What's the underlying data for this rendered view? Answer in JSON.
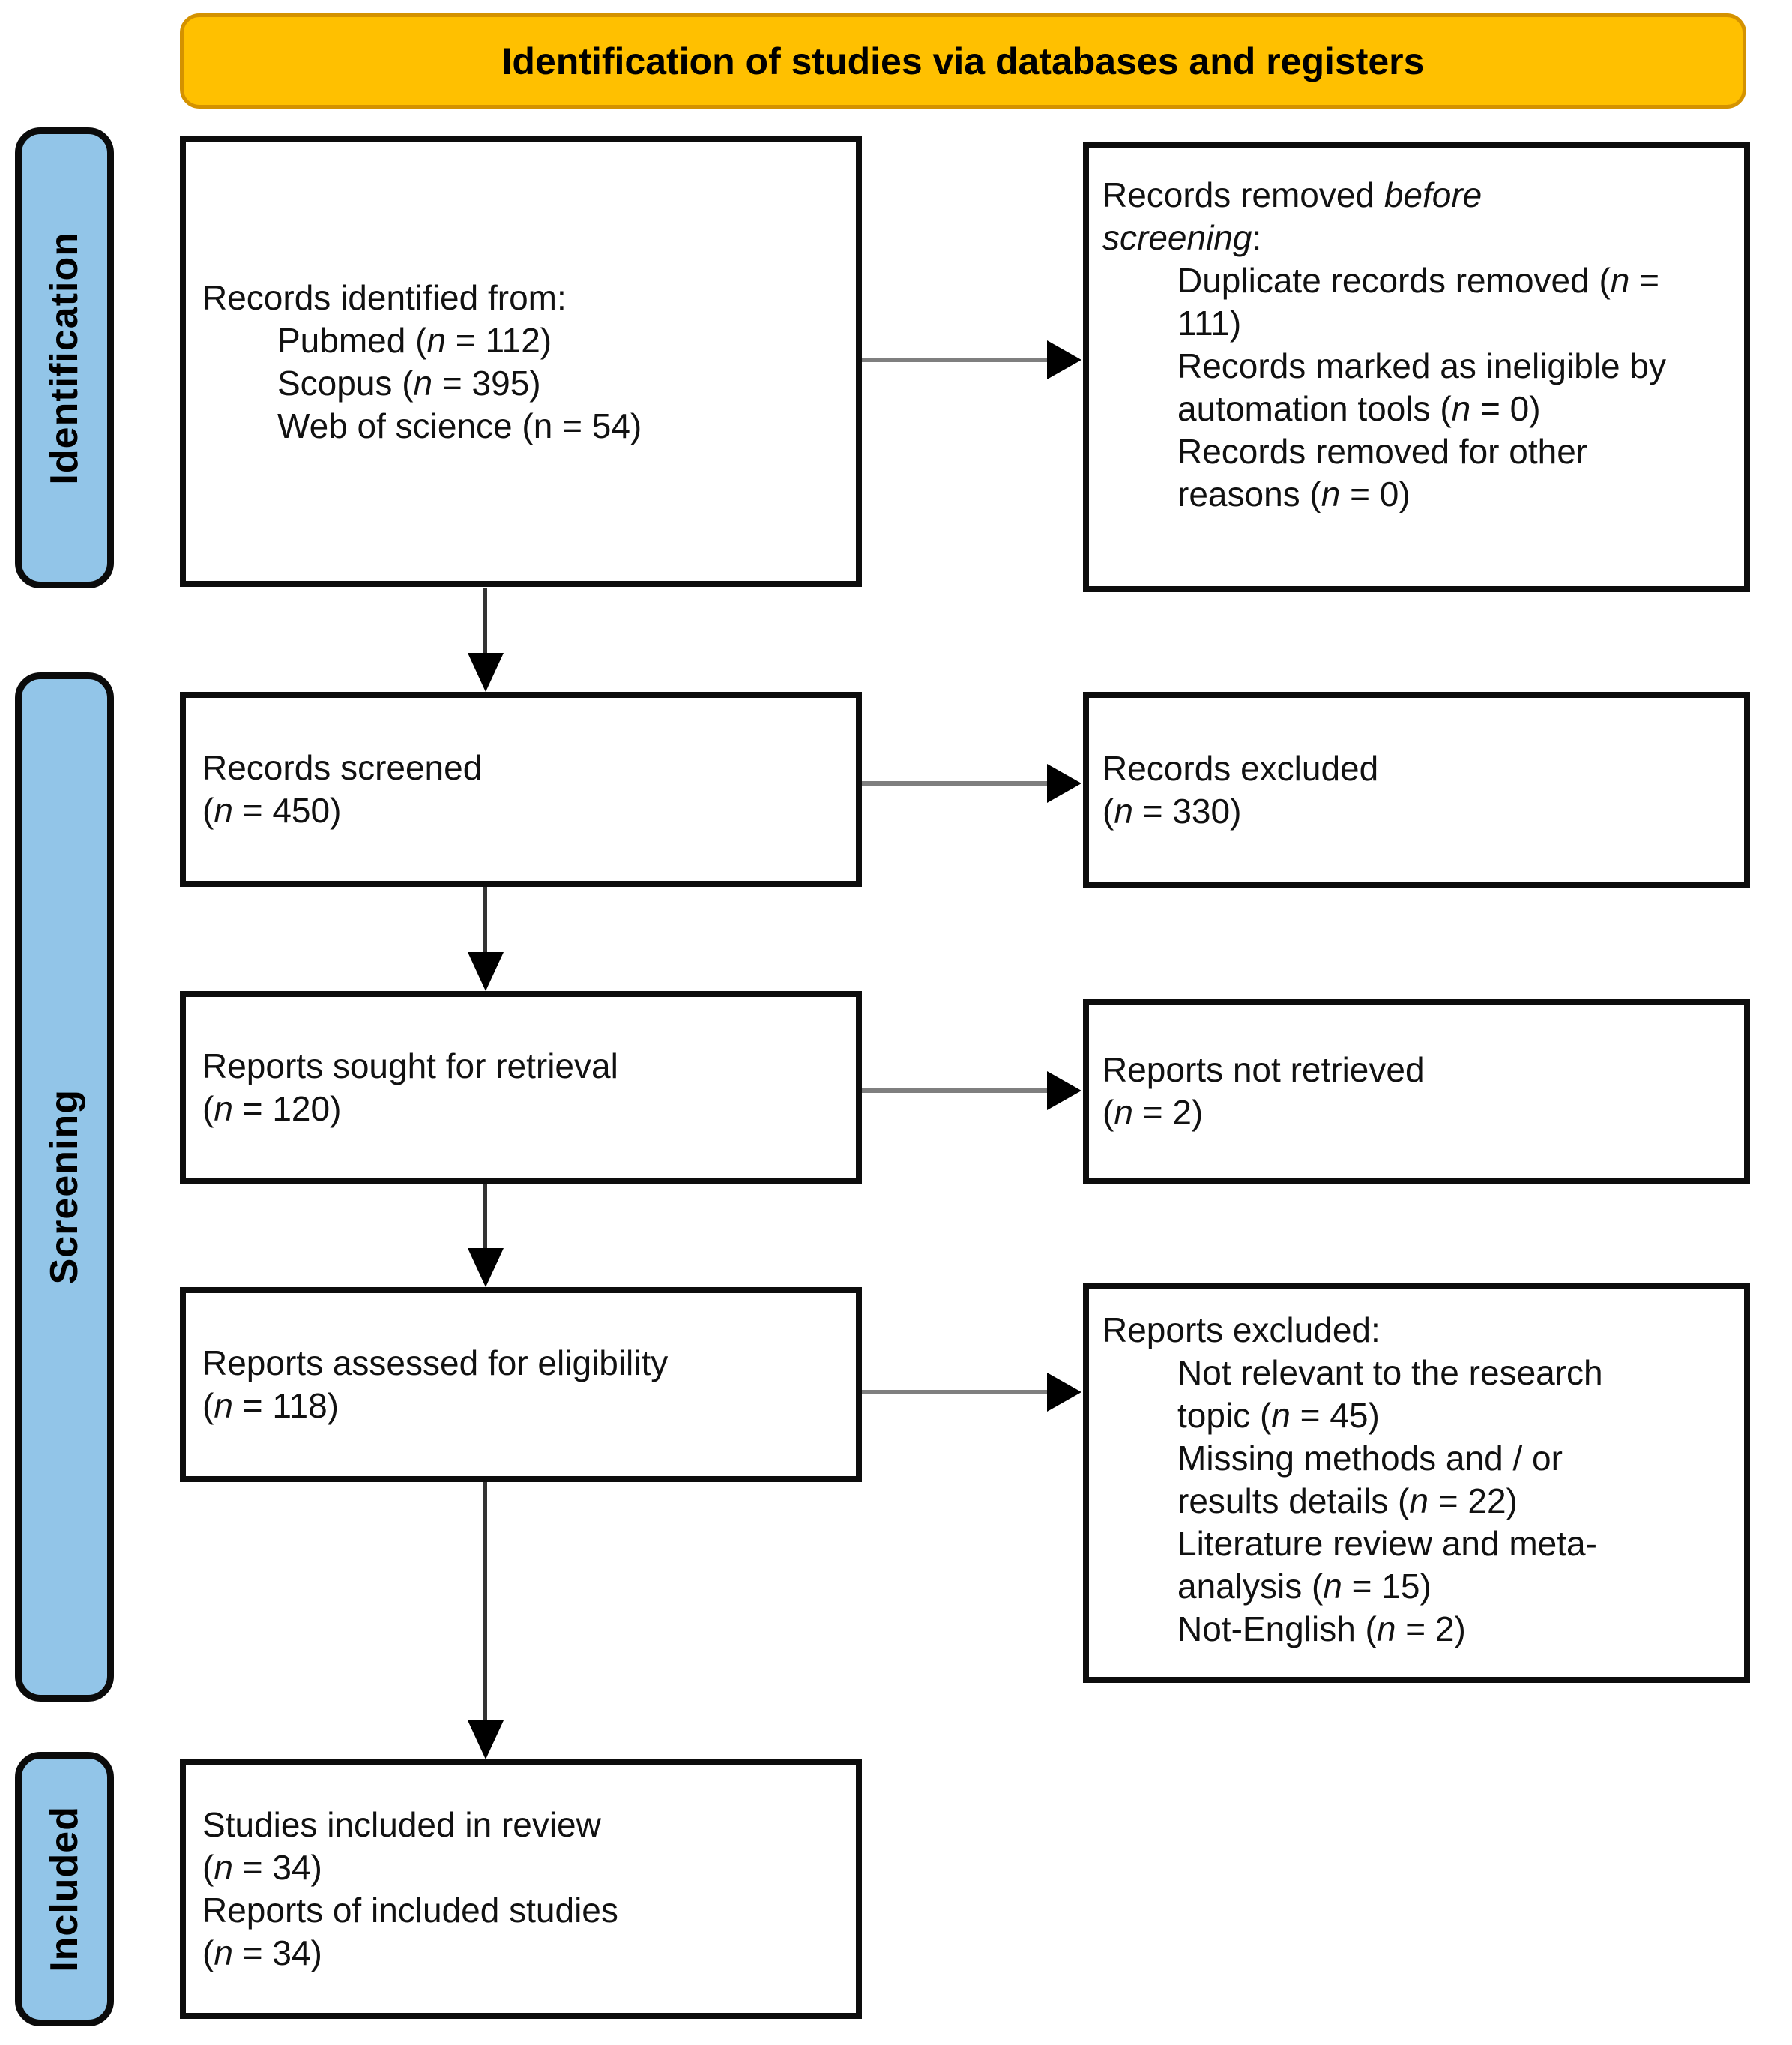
{
  "banner": {
    "title": "Identification of studies via databases and registers"
  },
  "stages": {
    "identification": "Identification",
    "screening": "Screening",
    "included": "Included"
  },
  "colors": {
    "banner_bg": "#FFC000",
    "banner_border": "#D49200",
    "stage_bg": "#92C5E8",
    "box_border": "#0D0D0D",
    "arrow_line_horizontal": "#7F7F7F",
    "arrow_line_vertical": "#333333",
    "arrow_head": "#000000"
  },
  "boxes": {
    "records_identified": {
      "title": "Records identified from:",
      "items": [
        {
          "pre": "Pubmed (",
          "n": "n",
          "post": " = 112)"
        },
        {
          "pre": "Scopus (",
          "n": "n",
          "post": " = 395)"
        },
        {
          "pre": "Web of science (n = 54)",
          "n": "",
          "post": ""
        }
      ]
    },
    "records_removed": {
      "title_pre": "Records removed ",
      "title_em": "before screening",
      "title_post": ":",
      "items": [
        {
          "pre": "Duplicate records removed (",
          "n": "n",
          "post": " = 111)"
        },
        {
          "pre": "Records marked as ineligible by automation tools (",
          "n": "n",
          "post": " = 0)"
        },
        {
          "pre": "Records removed for other reasons (",
          "n": "n",
          "post": " = 0)"
        }
      ]
    },
    "records_screened": {
      "line1": "Records screened",
      "count": {
        "pre": "(",
        "n": "n",
        "post": " = 450)"
      }
    },
    "records_excluded": {
      "line1": "Records excluded",
      "count": {
        "pre": "(",
        "n": "n",
        "post": " = 330)"
      }
    },
    "reports_sought": {
      "line1": "Reports sought for retrieval",
      "count": {
        "pre": "(",
        "n": "n",
        "post": " = 120)"
      }
    },
    "reports_not_retrieved": {
      "line1": "Reports not retrieved",
      "count": {
        "pre": "(",
        "n": "n",
        "post": " = 2)"
      }
    },
    "reports_assessed": {
      "line1": "Reports assessed for eligibility",
      "count": {
        "pre": "(",
        "n": "n",
        "post": " = 118)"
      }
    },
    "reports_excluded": {
      "title": "Reports excluded:",
      "items": [
        {
          "pre": "Not relevant to the research topic (",
          "n": "n",
          "post": " = 45)"
        },
        {
          "pre": "Missing methods and / or results details (",
          "n": "n",
          "post": " = 22)"
        },
        {
          "pre": "Literature review and meta-analysis (",
          "n": "n",
          "post": " = 15)"
        },
        {
          "pre": "Not-English (",
          "n": "n",
          "post": " = 2)"
        }
      ]
    },
    "studies_included": {
      "line1": "Studies included in review",
      "count1": {
        "pre": "(",
        "n": "n",
        "post": " = 34)"
      },
      "line2": "Reports of included studies",
      "count2": {
        "pre": "(",
        "n": "n",
        "post": " = 34)"
      }
    }
  }
}
